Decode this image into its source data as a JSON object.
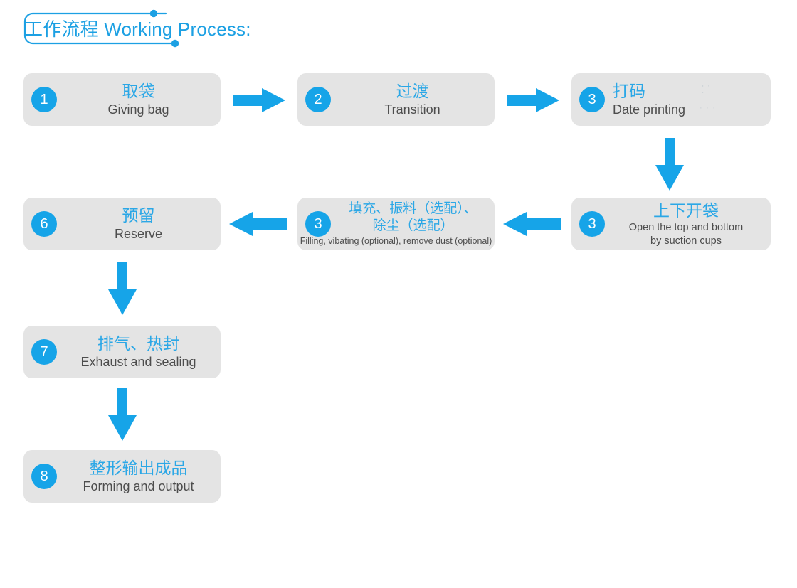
{
  "title": {
    "text": "工作流程 Working Process:",
    "accent_color": "#1CA0E3"
  },
  "theme": {
    "accent": "#16A4E8",
    "cn_text": "#2BA7E6",
    "en_text": "#4d4d4d",
    "box_fill": "#e4e4e4",
    "background": "#ffffff"
  },
  "steps": [
    {
      "number": "1",
      "cn": "取袋",
      "en": "Giving bag",
      "name": "step-giving-bag"
    },
    {
      "number": "2",
      "cn": "过渡",
      "en": "Transition",
      "name": "step-transition"
    },
    {
      "number": "3",
      "cn": "打码",
      "en": "Date printing",
      "name": "step-date-printing"
    },
    {
      "number": "3",
      "cn_line1": "上下开袋",
      "en_line1": "Open the top and bottom",
      "en_line2": "by suction cups",
      "name": "step-open-bag"
    },
    {
      "number": "3",
      "cn_line1": "填充、振料（选配）、",
      "cn_line2": "除尘（选配）",
      "en": "Filling, vibating (optional), remove dust (optional)",
      "name": "step-filling"
    },
    {
      "number": "6",
      "cn": "预留",
      "en": "Reserve",
      "name": "step-reserve"
    },
    {
      "number": "7",
      "cn": "排气、热封",
      "en": "Exhaust and sealing",
      "name": "step-exhaust-sealing"
    },
    {
      "number": "8",
      "cn": "整形输出成品",
      "en": "Forming and output",
      "name": "step-forming-output"
    }
  ],
  "arrows": [
    {
      "name": "arrow-step1-to-step2",
      "direction": "right"
    },
    {
      "name": "arrow-step2-to-step3",
      "direction": "right"
    },
    {
      "name": "arrow-step3-to-step4",
      "direction": "down"
    },
    {
      "name": "arrow-step4-to-step5",
      "direction": "left"
    },
    {
      "name": "arrow-step5-to-step6",
      "direction": "left"
    },
    {
      "name": "arrow-step6-to-step7",
      "direction": "down"
    },
    {
      "name": "arrow-step7-to-step8",
      "direction": "down"
    }
  ]
}
